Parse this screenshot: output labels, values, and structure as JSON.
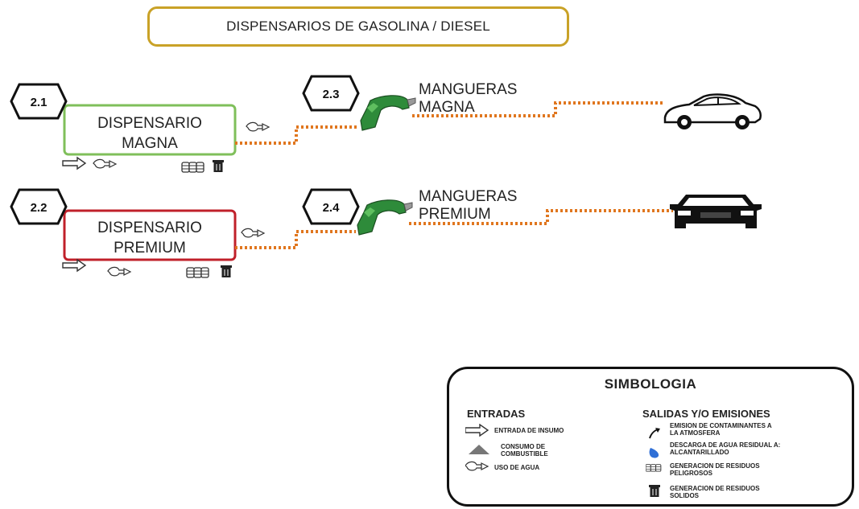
{
  "title": "DISPENSARIOS DE GASOLINA / DIESEL",
  "nodes": [
    {
      "id": "2.1",
      "name_line1": "DISPENSARIO",
      "name_line2": "MAGNA",
      "border_color": "#7fbf5a"
    },
    {
      "id": "2.2",
      "name_line1": "DISPENSARIO",
      "name_line2": "PREMIUM",
      "border_color": "#c0202a"
    },
    {
      "id": "2.3",
      "label_line1": "MANGUERAS",
      "label_line2": "MAGNA"
    },
    {
      "id": "2.4",
      "label_line1": "MANGUERAS",
      "label_line2": "PREMIUM"
    }
  ],
  "colors": {
    "title_border": "#c9a227",
    "connector": "#e0761e",
    "nozzle": "#2e8b3a"
  },
  "legend": {
    "title": "SIMBOLOGIA",
    "inputs_header": "ENTRADAS",
    "outputs_header": "SALIDAS Y/O EMISIONES",
    "inputs": [
      {
        "icon": "arrow-outline-icon",
        "text": "ENTRADA DE INSUMO"
      },
      {
        "icon": "triangle-icon",
        "text_line1": "CONSUMO DE",
        "text_line2": "COMBUSTIBLE"
      },
      {
        "icon": "water-tap-icon",
        "text": "USO DE AGUA"
      }
    ],
    "outputs": [
      {
        "icon": "emission-arrow-icon",
        "text_line1": "EMISION DE CONTAMINANTES A",
        "text_line2": "LA ATMOSFERA"
      },
      {
        "icon": "water-drop-icon",
        "text_line1": "DESCARGA DE AGUA RESIDUAL A:",
        "text_line2": "ALCANTARILLADO"
      },
      {
        "icon": "barrels-icon",
        "text_line1": "GENERACION DE RESIDUOS",
        "text_line2": "PELIGROSOS"
      },
      {
        "icon": "trash-can-icon",
        "text_line1": "GENERACION DE RESIDUOS",
        "text_line2": "SOLIDOS"
      }
    ]
  }
}
